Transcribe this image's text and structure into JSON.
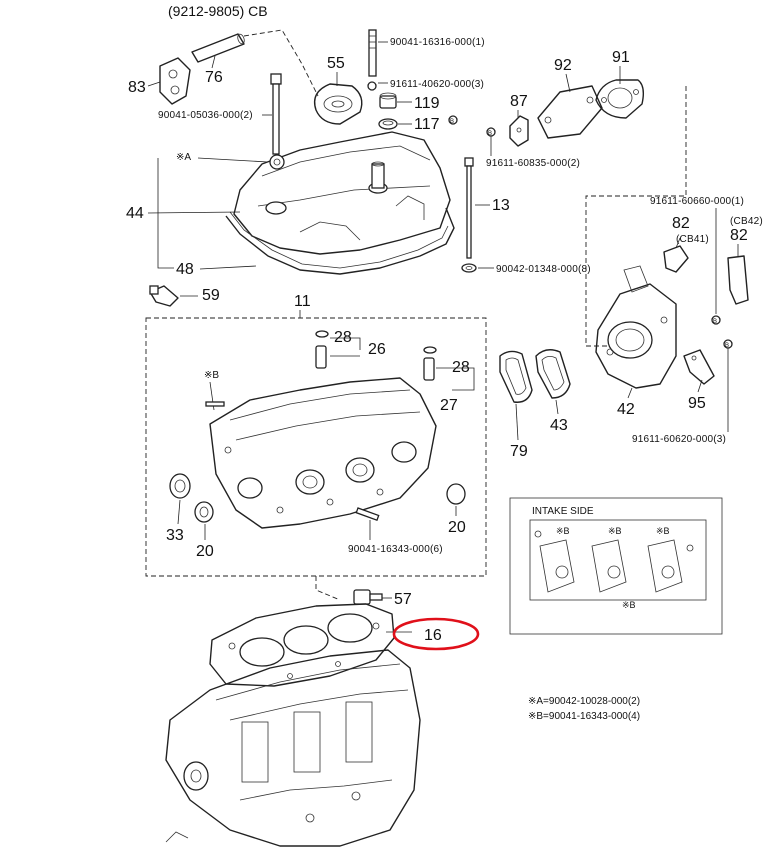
{
  "header": {
    "title": "(9212-9805) CB"
  },
  "colors": {
    "line": "#222222",
    "highlight": "#e0101a",
    "background": "#ffffff"
  },
  "parts": {
    "p83": "83",
    "p76": "76",
    "p55": "55",
    "p119": "119",
    "p117": "117",
    "p92": "92",
    "p91": "91",
    "p87": "87",
    "p44": "44",
    "p48": "48",
    "p13": "13",
    "p82a": "82",
    "p82b": "82",
    "p59": "59",
    "p11": "11",
    "p28a": "28",
    "p26": "26",
    "p28b": "28",
    "p27": "27",
    "p79": "79",
    "p43": "43",
    "p42": "42",
    "p95": "95",
    "p33": "33",
    "p20a": "20",
    "p20b": "20",
    "p57": "57",
    "p16": "16"
  },
  "part_numbers": {
    "pn_90041_16316": "90041-16316-000(1)",
    "pn_91611_40620": "91611-40620-000(3)",
    "pn_90041_05036": "90041-05036-000(2)",
    "pn_91611_60835": "91611-60835-000(2)",
    "pn_91611_60660": "91611-60660-000(1)",
    "pn_90042_01348": "90042-01348-000(8)",
    "pn_91611_60620": "91611-60620-000(3)",
    "pn_90041_16343": "90041-16343-000(6)"
  },
  "callouts": {
    "cb41": "(CB41)",
    "cb42": "(CB42)",
    "mark_a": "※A",
    "mark_b": "※B",
    "mark_b_inset": "※B",
    "circle_b": "B"
  },
  "inset": {
    "title": "INTAKE SIDE",
    "mark_b1": "※B",
    "mark_b2": "※B",
    "mark_b3": "※B",
    "mark_b_bottom": "※B"
  },
  "notes": {
    "a": "※A=90042-10028-000(2)",
    "b": "※B=90041-16343-000(4)"
  }
}
